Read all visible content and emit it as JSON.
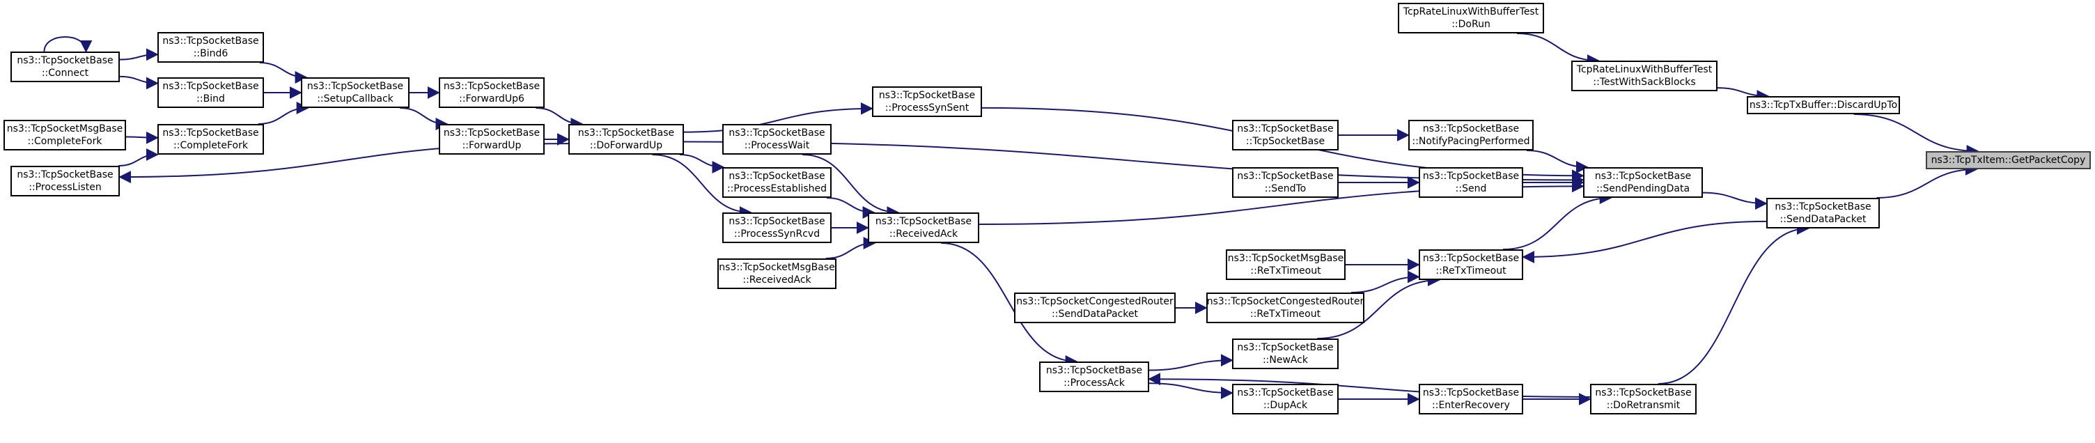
{
  "diagram": {
    "type": "call-graph",
    "highlighted_node": "GetPacketCopy",
    "colors": {
      "edge": "#191970",
      "node_border": "#000000",
      "node_fill": "#ffffff",
      "highlight_fill": "#bfbfbf"
    },
    "nodes": [
      {
        "id": "Connect",
        "lines": [
          "ns3::TcpSocketBase",
          "::Connect"
        ]
      },
      {
        "id": "Bind6",
        "lines": [
          "ns3::TcpSocketBase",
          "::Bind6"
        ]
      },
      {
        "id": "Bind",
        "lines": [
          "ns3::TcpSocketBase",
          "::Bind"
        ]
      },
      {
        "id": "SetupCallback",
        "lines": [
          "ns3::TcpSocketBase",
          "::SetupCallback"
        ]
      },
      {
        "id": "MsgCompleteFork",
        "lines": [
          "ns3::TcpSocketMsgBase",
          "::CompleteFork"
        ]
      },
      {
        "id": "CompleteFork",
        "lines": [
          "ns3::TcpSocketBase",
          "::CompleteFork"
        ]
      },
      {
        "id": "ProcessListen",
        "lines": [
          "ns3::TcpSocketBase",
          "::ProcessListen"
        ]
      },
      {
        "id": "ForwardUp6",
        "lines": [
          "ns3::TcpSocketBase",
          "::ForwardUp6"
        ]
      },
      {
        "id": "ForwardUp",
        "lines": [
          "ns3::TcpSocketBase",
          "::ForwardUp"
        ]
      },
      {
        "id": "DoForwardUp",
        "lines": [
          "ns3::TcpSocketBase",
          "::DoForwardUp"
        ]
      },
      {
        "id": "ProcessSynSent",
        "lines": [
          "ns3::TcpSocketBase",
          "::ProcessSynSent"
        ]
      },
      {
        "id": "ProcessWait",
        "lines": [
          "ns3::TcpSocketBase",
          "::ProcessWait"
        ]
      },
      {
        "id": "ProcessEstablished",
        "lines": [
          "ns3::TcpSocketBase",
          "::ProcessEstablished"
        ]
      },
      {
        "id": "ProcessSynRcvd",
        "lines": [
          "ns3::TcpSocketBase",
          "::ProcessSynRcvd"
        ]
      },
      {
        "id": "MsgReceivedAck",
        "lines": [
          "ns3::TcpSocketMsgBase",
          "::ReceivedAck"
        ]
      },
      {
        "id": "ReceivedAck",
        "lines": [
          "ns3::TcpSocketBase",
          "::ReceivedAck"
        ]
      },
      {
        "id": "ProcessAck",
        "lines": [
          "ns3::TcpSocketBase",
          "::ProcessAck"
        ]
      },
      {
        "id": "RouterSendDataPacket",
        "lines": [
          "ns3::TcpSocketCongestedRouter",
          "::SendDataPacket"
        ]
      },
      {
        "id": "TcpSocketBaseCtor",
        "lines": [
          "ns3::TcpSocketBase",
          "::TcpSocketBase"
        ]
      },
      {
        "id": "SendTo",
        "lines": [
          "ns3::TcpSocketBase",
          "::SendTo"
        ]
      },
      {
        "id": "MsgReTxTimeout",
        "lines": [
          "ns3::TcpSocketMsgBase",
          "::ReTxTimeout"
        ]
      },
      {
        "id": "RouterReTxTimeout",
        "lines": [
          "ns3::TcpSocketCongestedRouter",
          "::ReTxTimeout"
        ]
      },
      {
        "id": "NewAck",
        "lines": [
          "ns3::TcpSocketBase",
          "::NewAck"
        ]
      },
      {
        "id": "DupAck",
        "lines": [
          "ns3::TcpSocketBase",
          "::DupAck"
        ]
      },
      {
        "id": "DoRun",
        "lines": [
          "TcpRateLinuxWithBufferTest",
          "::DoRun"
        ]
      },
      {
        "id": "NotifyPacingPerformed",
        "lines": [
          "ns3::TcpSocketBase",
          "::NotifyPacingPerformed"
        ]
      },
      {
        "id": "Send",
        "lines": [
          "ns3::TcpSocketBase",
          "::Send"
        ]
      },
      {
        "id": "ReTxTimeout",
        "lines": [
          "ns3::TcpSocketBase",
          "::ReTxTimeout"
        ]
      },
      {
        "id": "EnterRecovery",
        "lines": [
          "ns3::TcpSocketBase",
          "::EnterRecovery"
        ]
      },
      {
        "id": "TestWithSackBlocks",
        "lines": [
          "TcpRateLinuxWithBufferTest",
          "::TestWithSackBlocks"
        ]
      },
      {
        "id": "SendPendingData",
        "lines": [
          "ns3::TcpSocketBase",
          "::SendPendingData"
        ]
      },
      {
        "id": "DoRetransmit",
        "lines": [
          "ns3::TcpSocketBase",
          "::DoRetransmit"
        ]
      },
      {
        "id": "SendDataPacket",
        "lines": [
          "ns3::TcpSocketBase",
          "::SendDataPacket"
        ]
      },
      {
        "id": "DiscardUpTo",
        "lines": [
          "ns3::TcpTxBuffer::DiscardUpTo"
        ]
      },
      {
        "id": "GetPacketCopy",
        "lines": [
          "ns3::TcpTxItem::GetPacketCopy"
        ]
      }
    ],
    "edges": [
      {
        "from": "Connect",
        "to": "Connect"
      },
      {
        "from": "Connect",
        "to": "Bind6"
      },
      {
        "from": "Connect",
        "to": "Bind"
      },
      {
        "from": "Bind6",
        "to": "SetupCallback"
      },
      {
        "from": "Bind",
        "to": "SetupCallback"
      },
      {
        "from": "CompleteFork",
        "to": "SetupCallback"
      },
      {
        "from": "MsgCompleteFork",
        "to": "CompleteFork"
      },
      {
        "from": "ProcessListen",
        "to": "CompleteFork"
      },
      {
        "from": "DoForwardUp",
        "to": "ProcessListen"
      },
      {
        "from": "SetupCallback",
        "to": "ForwardUp6"
      },
      {
        "from": "SetupCallback",
        "to": "ForwardUp"
      },
      {
        "from": "ForwardUp6",
        "to": "DoForwardUp"
      },
      {
        "from": "ForwardUp",
        "to": "DoForwardUp"
      },
      {
        "from": "DoForwardUp",
        "to": "ProcessSynSent"
      },
      {
        "from": "DoForwardUp",
        "to": "ProcessEstablished"
      },
      {
        "from": "DoForwardUp",
        "to": "ProcessSynRcvd"
      },
      {
        "from": "DoForwardUp",
        "to": "SendPendingData"
      },
      {
        "from": "ProcessWait",
        "to": "ReceivedAck"
      },
      {
        "from": "ProcessEstablished",
        "to": "ReceivedAck"
      },
      {
        "from": "ProcessSynRcvd",
        "to": "ReceivedAck"
      },
      {
        "from": "MsgReceivedAck",
        "to": "ReceivedAck"
      },
      {
        "from": "ReceivedAck",
        "to": "ProcessAck"
      },
      {
        "from": "ReceivedAck",
        "to": "SendPendingData"
      },
      {
        "from": "ProcessSynSent",
        "to": "SendPendingData"
      },
      {
        "from": "ProcessAck",
        "to": "NewAck"
      },
      {
        "from": "ProcessAck",
        "to": "DupAck"
      },
      {
        "from": "DupAck",
        "to": "EnterRecovery"
      },
      {
        "from": "EnterRecovery",
        "to": "DoRetransmit"
      },
      {
        "from": "DoRetransmit",
        "to": "ProcessAck"
      },
      {
        "from": "DoRetransmit",
        "to": "SendDataPacket"
      },
      {
        "from": "NewAck",
        "to": "ReTxTimeout"
      },
      {
        "from": "RouterSendDataPacket",
        "to": "RouterReTxTimeout"
      },
      {
        "from": "RouterReTxTimeout",
        "to": "ReTxTimeout"
      },
      {
        "from": "MsgReTxTimeout",
        "to": "ReTxTimeout"
      },
      {
        "from": "ReTxTimeout",
        "to": "SendPendingData"
      },
      {
        "from": "SendDataPacket",
        "to": "ReTxTimeout"
      },
      {
        "from": "TcpSocketBaseCtor",
        "to": "NotifyPacingPerformed"
      },
      {
        "from": "NotifyPacingPerformed",
        "to": "SendPendingData"
      },
      {
        "from": "SendTo",
        "to": "Send"
      },
      {
        "from": "Send",
        "to": "SendPendingData"
      },
      {
        "from": "SendPendingData",
        "to": "SendDataPacket"
      },
      {
        "from": "DoRun",
        "to": "TestWithSackBlocks"
      },
      {
        "from": "TestWithSackBlocks",
        "to": "DiscardUpTo"
      },
      {
        "from": "DiscardUpTo",
        "to": "GetPacketCopy"
      },
      {
        "from": "SendDataPacket",
        "to": "GetPacketCopy"
      }
    ]
  }
}
